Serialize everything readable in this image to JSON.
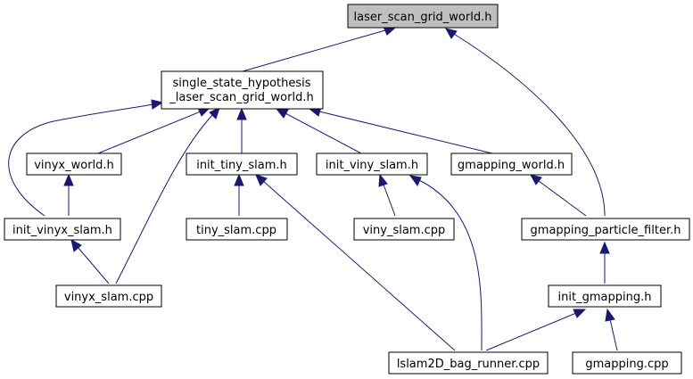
{
  "graph": {
    "colors": {
      "edge": "#191970",
      "node_fill": "#ffffff",
      "root_fill": "#bfbfbf",
      "border": "#000000"
    },
    "nodes": {
      "laser_scan_grid_world_h": {
        "label": "laser_scan_grid_world.h"
      },
      "single_state_hypothesis": {
        "lines": [
          "single_state_hypothesis",
          "_laser_scan_grid_world.h"
        ]
      },
      "vinyx_world_h": {
        "label": "vinyx_world.h"
      },
      "init_tiny_slam_h": {
        "label": "init_tiny_slam.h"
      },
      "init_viny_slam_h": {
        "label": "init_viny_slam.h"
      },
      "gmapping_world_h": {
        "label": "gmapping_world.h"
      },
      "init_vinyx_slam_h": {
        "label": "init_vinyx_slam.h"
      },
      "tiny_slam_cpp": {
        "label": "tiny_slam.cpp"
      },
      "viny_slam_cpp": {
        "label": "viny_slam.cpp"
      },
      "gmapping_particle_filter_h": {
        "label": "gmapping_particle_filter.h"
      },
      "vinyx_slam_cpp": {
        "label": "vinyx_slam.cpp"
      },
      "init_gmapping_h": {
        "label": "init_gmapping.h"
      },
      "lslam2d_bag_runner_cpp": {
        "label": "lslam2D_bag_runner.cpp"
      },
      "gmapping_cpp": {
        "label": "gmapping.cpp"
      }
    }
  }
}
